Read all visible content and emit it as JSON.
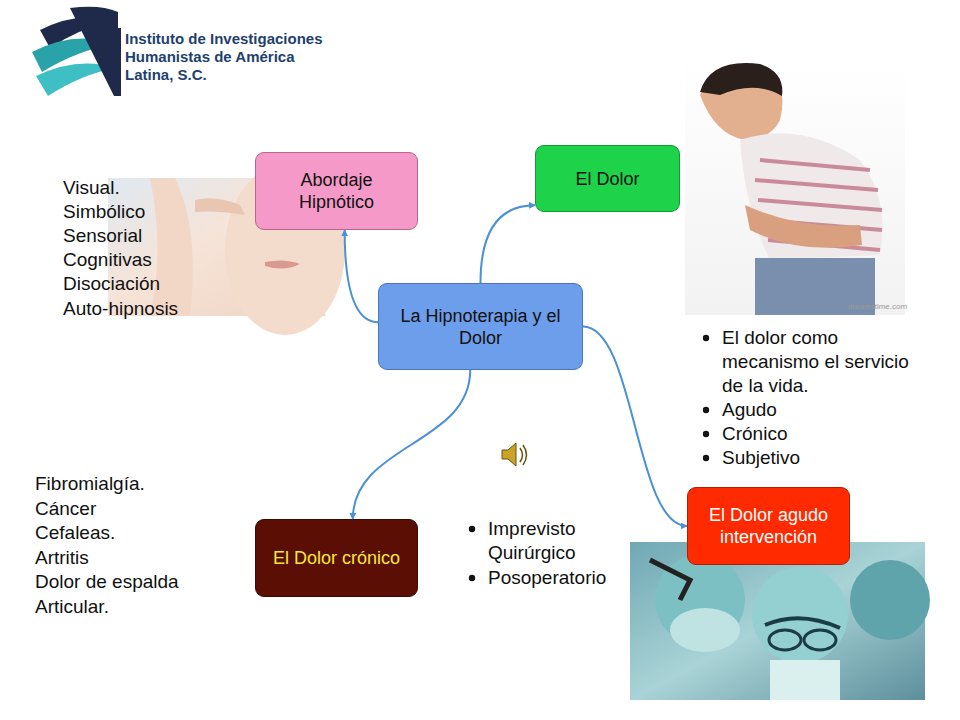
{
  "diagram": {
    "nodes": [
      {
        "text": [
          "La Hipnoterapia y el Dolor"
        ]
      },
      {
        "text": [
          "Abordaje Hipnótico"
        ]
      },
      {
        "text": [
          "El Dolor"
        ]
      },
      {
        "text": [
          "El Dolor crónico"
        ]
      },
      {
        "text": [
          "El Dolor agudo intervención"
        ]
      }
    ],
    "edges": [
      {
        "from": 0,
        "to": 1,
        "arrow": "to"
      },
      {
        "from": 0,
        "to": 2,
        "arrow": "to"
      },
      {
        "from": 0,
        "to": 3,
        "arrow": "to"
      },
      {
        "from": 0,
        "to": 4,
        "arrow": "to"
      }
    ],
    "labels": [
      "Instituto de Investigaciones Humanistas de América Latina, S.C.",
      "Visual.",
      "Simbólico",
      "Sensorial",
      "Cognitivas",
      "Disociación",
      "Auto-hipnosis",
      "El dolor como mecanismo el servicio de la vida.",
      "Agudo",
      "Crónico",
      "Subjetivo",
      "Fibromialgía.",
      "Cáncer",
      "Cefaleas.",
      "Artritis",
      "Dolor de espalda",
      "Articular.",
      "Imprevisto Quirúrgico",
      "Posoperatorio",
      "dreamstime.com"
    ]
  }
}
